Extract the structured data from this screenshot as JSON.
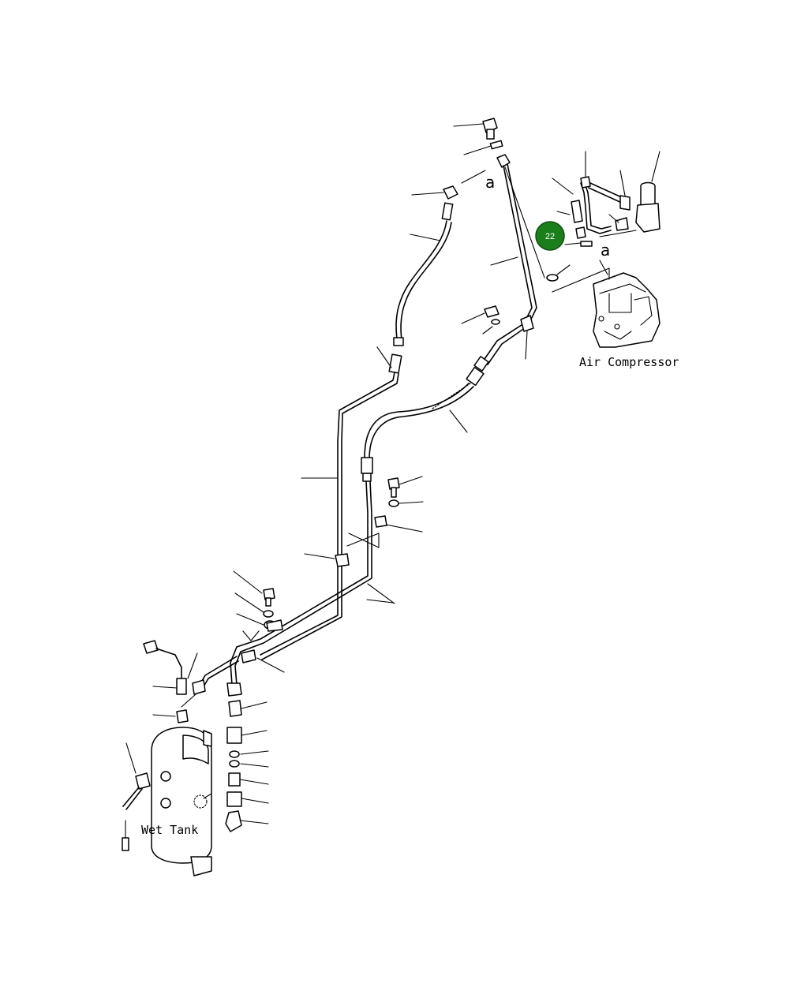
{
  "labels": {
    "air_compressor": "Air Compressor",
    "wet_tank": "Wet Tank",
    "connection_letter_left": "a",
    "connection_letter_right": "a"
  },
  "callout": {
    "number": "22",
    "fill": "#1a7f1a",
    "stroke": "#0f4f0f",
    "text_color": "#ffffff"
  },
  "colors": {
    "line": "#000000",
    "background": "#ffffff"
  }
}
